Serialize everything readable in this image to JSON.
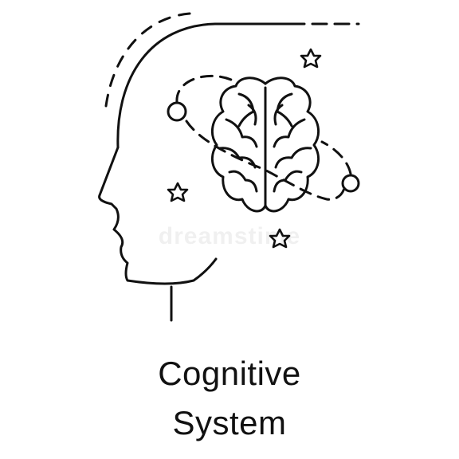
{
  "caption": {
    "line1": "Cognitive",
    "line2": "System"
  },
  "watermark": "dreamstime",
  "icons": {
    "head": "head-profile-icon",
    "brain": "brain-icon",
    "orbit": "orbit-icon",
    "stars": "star-icon"
  },
  "colors": {
    "stroke": "#111111",
    "background": "#ffffff"
  }
}
